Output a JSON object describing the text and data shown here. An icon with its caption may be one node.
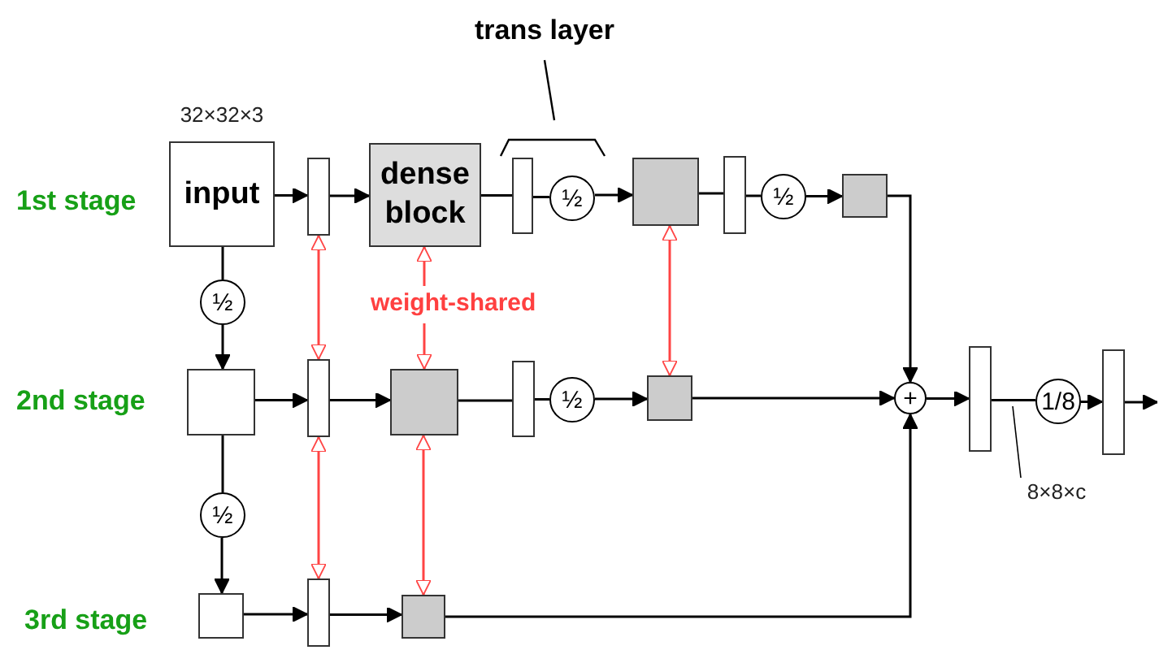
{
  "diagram": {
    "nodes": [
      {
        "text": [
          "input"
        ],
        "beside": [
          "32×32×3"
        ]
      },
      {
        "text": [],
        "shape": "bar"
      },
      {
        "text": [
          "dense block"
        ]
      },
      {
        "text": [],
        "shape": "bar"
      },
      {
        "text": [
          "½"
        ]
      },
      {
        "text": [],
        "shape": "box"
      },
      {
        "text": [],
        "shape": "bar"
      },
      {
        "text": [
          "½"
        ]
      },
      {
        "text": [],
        "shape": "box"
      },
      {
        "text": [
          "½"
        ]
      },
      {
        "text": [],
        "shape": "box"
      },
      {
        "text": [],
        "shape": "bar"
      },
      {
        "text": [],
        "shape": "box"
      },
      {
        "text": [],
        "shape": "bar"
      },
      {
        "text": [
          "½"
        ]
      },
      {
        "text": [],
        "shape": "box"
      },
      {
        "text": [
          "+"
        ]
      },
      {
        "text": [],
        "shape": "bar"
      },
      {
        "text": [
          "1/8"
        ]
      },
      {
        "text": [],
        "shape": "bar"
      },
      {
        "text": [
          "½"
        ]
      },
      {
        "text": [],
        "shape": "box"
      },
      {
        "text": [],
        "shape": "bar"
      },
      {
        "text": [],
        "shape": "box"
      },
      {
        "text": [
          "8×8×c"
        ]
      }
    ],
    "edges": [
      {
        "from": 0,
        "to": 1,
        "arrow": "to"
      },
      {
        "from": 1,
        "to": 2,
        "arrow": "to"
      },
      {
        "from": 2,
        "to": 3,
        "arrow": "none"
      },
      {
        "from": 3,
        "to": 4,
        "arrow": "none"
      },
      {
        "from": 4,
        "to": 5,
        "arrow": "to"
      },
      {
        "from": 5,
        "to": 6,
        "arrow": "none"
      },
      {
        "from": 6,
        "to": 7,
        "arrow": "none"
      },
      {
        "from": 7,
        "to": 8,
        "arrow": "to"
      },
      {
        "from": 8,
        "to": 16,
        "arrow": "to"
      },
      {
        "from": 0,
        "to": 9,
        "arrow": "none"
      },
      {
        "from": 9,
        "to": 10,
        "arrow": "to"
      },
      {
        "from": 10,
        "to": 11,
        "arrow": "to"
      },
      {
        "from": 11,
        "to": 12,
        "arrow": "to"
      },
      {
        "from": 12,
        "to": 13,
        "arrow": "none"
      },
      {
        "from": 13,
        "to": 14,
        "arrow": "none"
      },
      {
        "from": 14,
        "to": 15,
        "arrow": "to"
      },
      {
        "from": 15,
        "to": 16,
        "arrow": "to"
      },
      {
        "from": 10,
        "to": 20,
        "arrow": "none"
      },
      {
        "from": 20,
        "to": 21,
        "arrow": "to"
      },
      {
        "from": 21,
        "to": 22,
        "arrow": "to"
      },
      {
        "from": 22,
        "to": 23,
        "arrow": "to"
      },
      {
        "from": 23,
        "to": 16,
        "arrow": "to"
      },
      {
        "from": 16,
        "to": 17,
        "arrow": "to"
      },
      {
        "from": 17,
        "to": 18,
        "arrow": "none"
      },
      {
        "from": 18,
        "to": 19,
        "arrow": "to"
      },
      {
        "from": 19,
        "to": null,
        "arrow": "to"
      },
      {
        "from": 1,
        "to": 11,
        "arrow": "both",
        "color": "#ff4444"
      },
      {
        "from": 2,
        "to": 12,
        "arrow": "both",
        "color": "#ff4444"
      },
      {
        "from": 5,
        "to": 15,
        "arrow": "both",
        "color": "#ff4444"
      },
      {
        "from": 11,
        "to": 22,
        "arrow": "both",
        "color": "#ff4444"
      },
      {
        "from": 12,
        "to": 23,
        "arrow": "both",
        "color": "#ff4444"
      },
      {
        "from": 24,
        "to": null,
        "arrow": "none"
      }
    ],
    "labels": [
      "trans layer",
      "1st stage",
      "weight-shared",
      "2nd stage",
      "3rd stage"
    ]
  }
}
